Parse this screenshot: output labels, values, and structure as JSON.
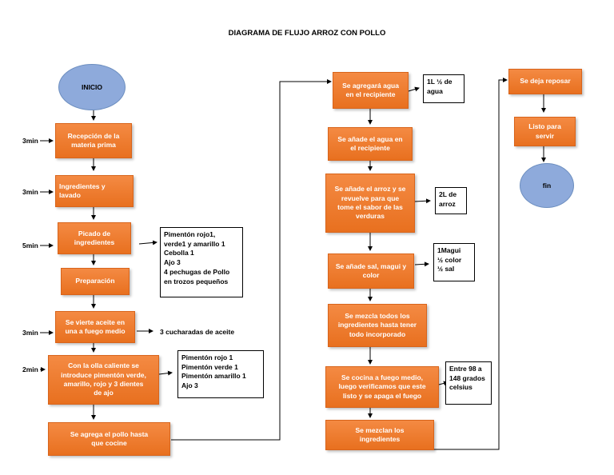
{
  "title": "DIAGRAMA DE FLUJO ARROZ CON POLLO",
  "start": "INICIO",
  "end": "fin",
  "column1": [
    {
      "text": "Recepción de la\nmateria prima",
      "time": "3min"
    },
    {
      "text": "Ingredientes y\nlavado",
      "time": "3min"
    },
    {
      "text": "Picado de\ningredientes",
      "time": "5min",
      "note": "Pimentón rojo1,\nverde1 y amarillo 1\nCebolla 1\nAjo 3\n4 pechugas de Pollo\nen trozos pequeños"
    },
    {
      "text": "Preparación"
    },
    {
      "text": "Se vierte aceite en\nuna a fuego medio",
      "time": "3min",
      "note": "3 cucharadas de aceite"
    },
    {
      "text": "Con la olla caliente se\nintroduce pimentón verde,\namarillo, rojo y 3 dientes\nde ajo",
      "time": "2min",
      "note": "Pimentón rojo 1\nPimentón verde 1\nPimentón amarillo 1\nAjo 3"
    },
    {
      "text": "Se agrega el pollo hasta\nque cocine"
    }
  ],
  "column2": [
    {
      "text": "Se agregará agua\nen el recipiente",
      "note": "1L ½ de\nagua"
    },
    {
      "text": "Se añade el agua en\nel recipiente"
    },
    {
      "text": "Se añade  el arroz y se\nrevuelve para que\ntome el sabor de las\nverduras",
      "note": "2L de\narroz"
    },
    {
      "text": "Se añade  sal, magui y\ncolor",
      "note": "1Magui\n½ color\n½ sal"
    },
    {
      "text": "Se mezcla todos los\ningredientes hasta tener\ntodo incorporado"
    },
    {
      "text": "Se cocina a fuego medio,\nluego verificamos que este\nlisto y se apaga el fuego",
      "note": "Entre 98 a\n148 grados\ncelsius"
    },
    {
      "text": "Se mezclan los\ningredientes"
    }
  ],
  "column3": [
    {
      "text": "Se deja reposar"
    },
    {
      "text": "Listo para\nservir"
    }
  ]
}
